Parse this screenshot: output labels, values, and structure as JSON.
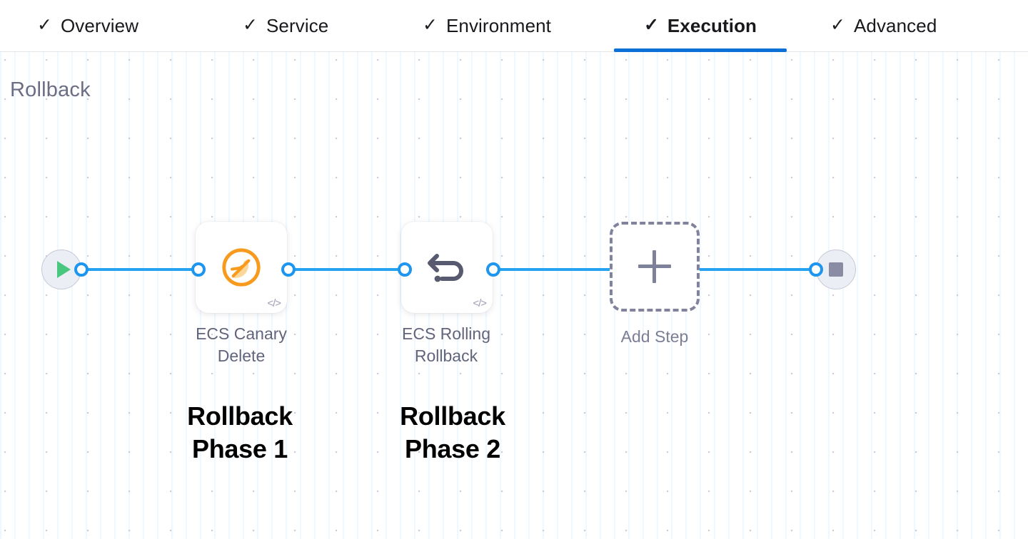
{
  "tabs": [
    {
      "label": "Overview",
      "check": "✓",
      "active": false
    },
    {
      "label": "Service",
      "check": "✓",
      "active": false
    },
    {
      "label": "Environment",
      "check": "✓",
      "active": false
    },
    {
      "label": "Execution",
      "check": "✓",
      "active": true
    },
    {
      "label": "Advanced",
      "check": "✓",
      "active": false
    }
  ],
  "section": {
    "title": "Rollback"
  },
  "pipeline": {
    "start_node": {
      "name": "start",
      "icon": "play-icon"
    },
    "end_node": {
      "name": "end",
      "icon": "stop-icon"
    },
    "steps": [
      {
        "label_line1": "ECS Canary",
        "label_line2": "Delete",
        "icon": "ecs-canary-icon",
        "code_glyph": "</>"
      },
      {
        "label_line1": "ECS Rolling",
        "label_line2": "Rollback",
        "icon": "rollback-arrow-icon",
        "code_glyph": "</>"
      }
    ],
    "add_step": {
      "label": "Add Step",
      "icon": "plus-icon"
    }
  },
  "annotations": [
    {
      "line1": "Rollback",
      "line2": "Phase 1"
    },
    {
      "line1": "Rollback",
      "line2": "Phase 2"
    }
  ],
  "colors": {
    "accent_blue": "#0b71d6",
    "edge_blue": "#26a3f0",
    "canary_orange": "#f7991c",
    "play_green": "#49c77f",
    "muted_purple": "#6b6d85"
  }
}
